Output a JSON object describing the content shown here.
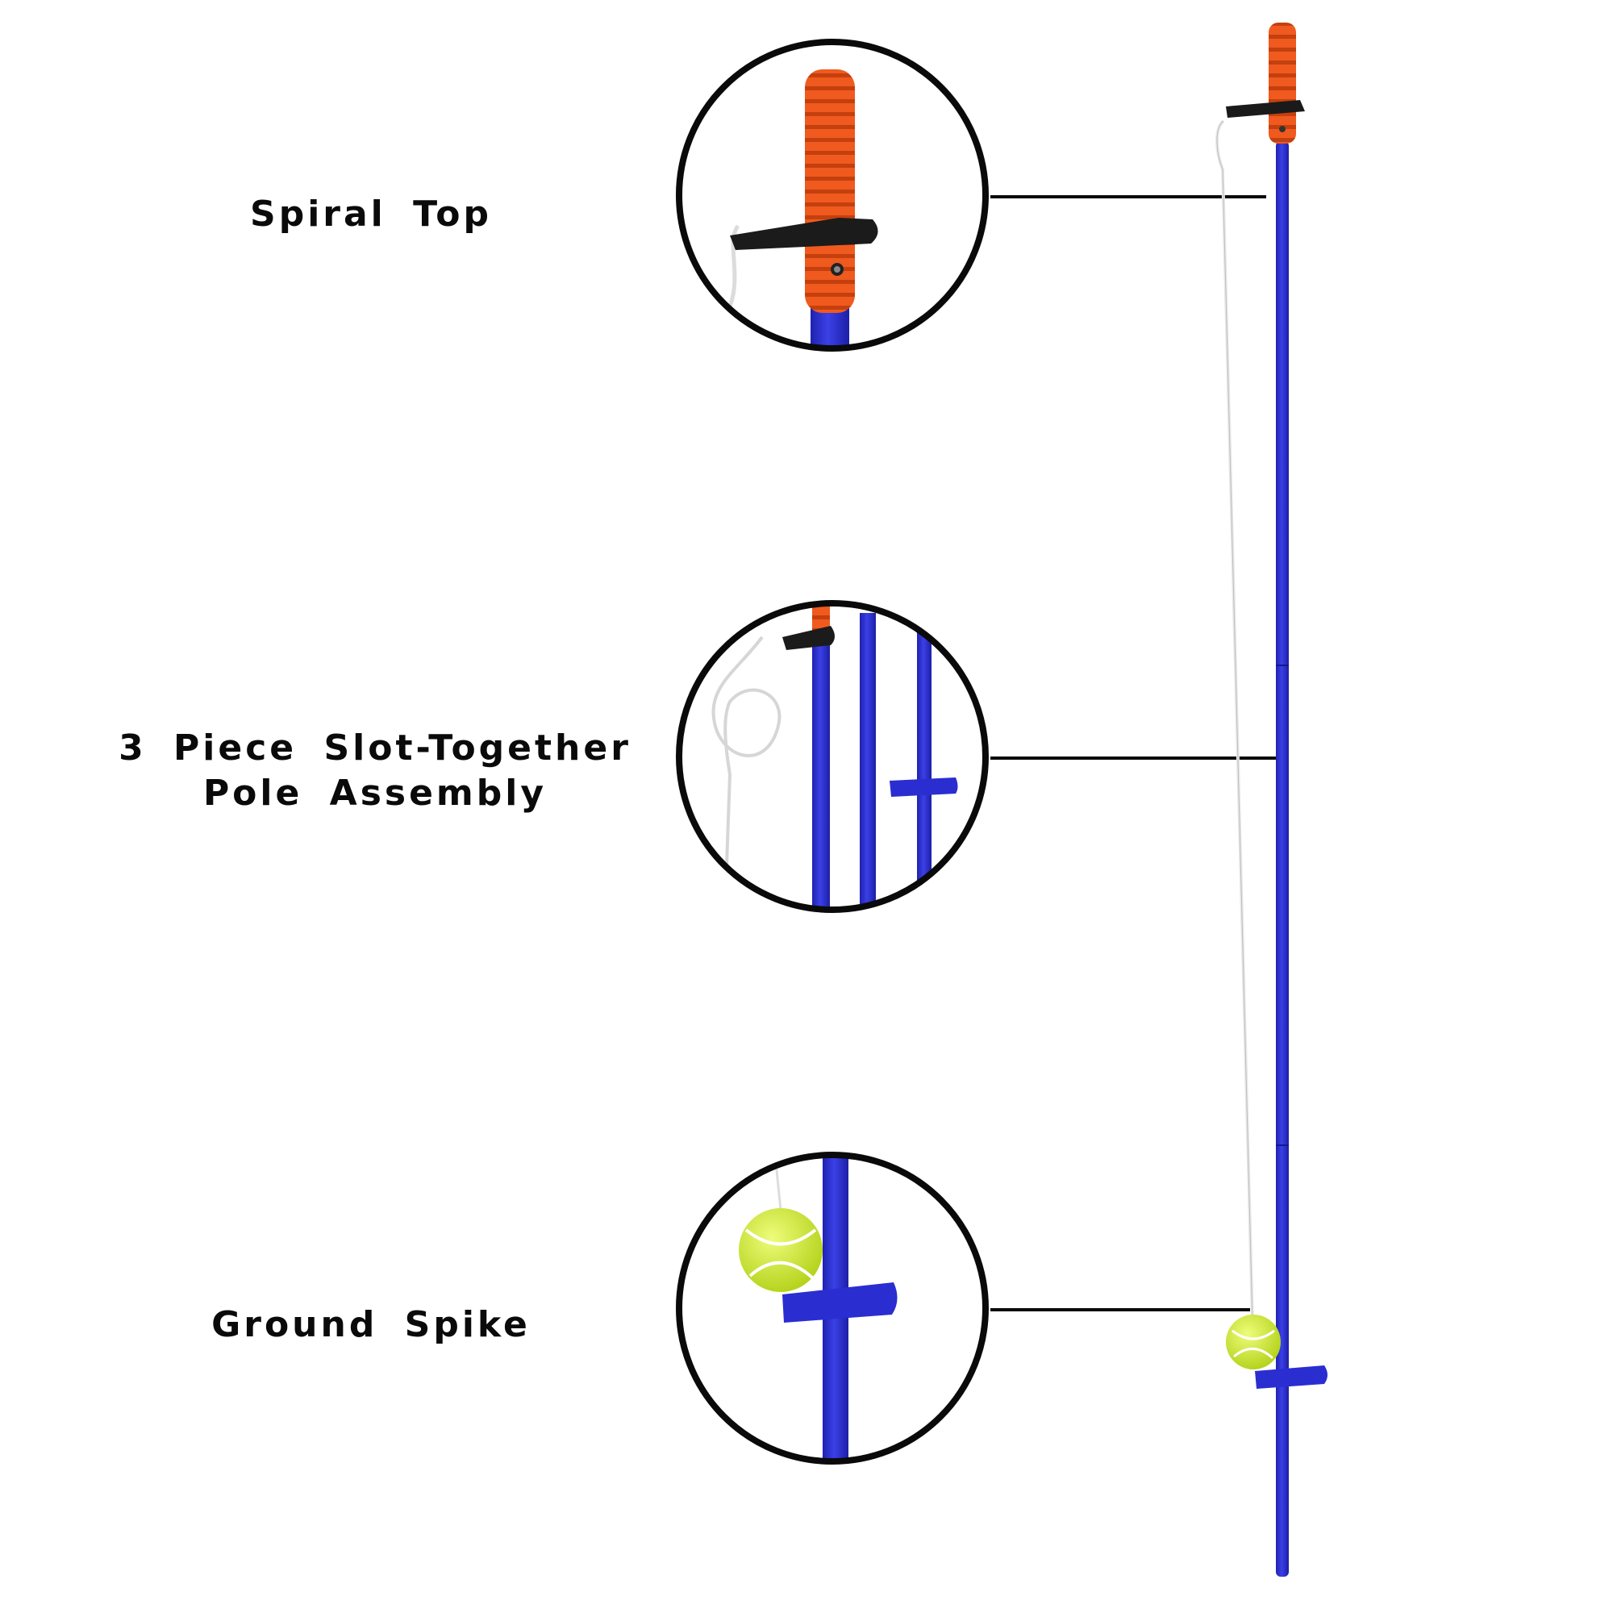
{
  "features": [
    {
      "label": "Spiral Top"
    },
    {
      "label_line1": "3 Piece Slot-Together",
      "label_line2": "Pole Assembly"
    },
    {
      "label": "Ground Spike"
    }
  ],
  "colors": {
    "pole_blue": "#2a2ed0",
    "grip_orange": "#f05a1e",
    "bracket_black": "#1a1a1a",
    "ball_yellow": "#d4ee3a",
    "outline_black": "#0a0a0a",
    "string_white": "#f2f2f2"
  },
  "icons": [
    "zoom-circle-spiral-top",
    "zoom-circle-pole-assembly",
    "zoom-circle-ground-spike",
    "swingball-pole",
    "tennis-ball"
  ]
}
